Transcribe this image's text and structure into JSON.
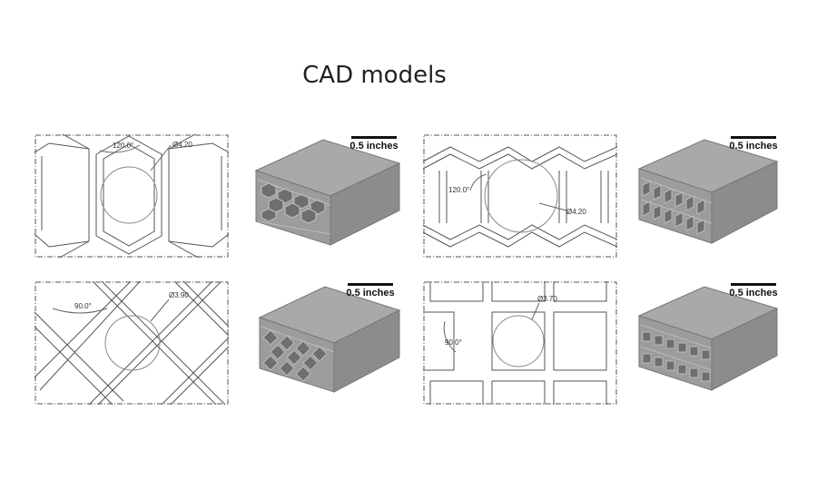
{
  "title": "CAD models",
  "colors": {
    "line": "#555555",
    "top_face": "#a9a9a9",
    "side_face": "#8c8c8c",
    "dark_face": "#6e6e6e"
  },
  "drawings": [
    {
      "pattern": "hexagon",
      "angle_label": "120.0°",
      "diameter_label": "Ø4.20"
    },
    {
      "pattern": "bowtie",
      "angle_label": "120.0°",
      "diameter_label": "Ø4.20"
    },
    {
      "pattern": "diamond",
      "angle_label": "90.0°",
      "diameter_label": "Ø3.90"
    },
    {
      "pattern": "square",
      "angle_label": "90.0°",
      "diameter_label": "Ø3.70"
    }
  ],
  "models": [
    {
      "pattern": "hexagon",
      "scale_label": "0.5 inches"
    },
    {
      "pattern": "bowtie",
      "scale_label": "0.5 inches"
    },
    {
      "pattern": "diamond",
      "scale_label": "0.5 inches"
    },
    {
      "pattern": "square",
      "scale_label": "0.5 inches"
    }
  ]
}
